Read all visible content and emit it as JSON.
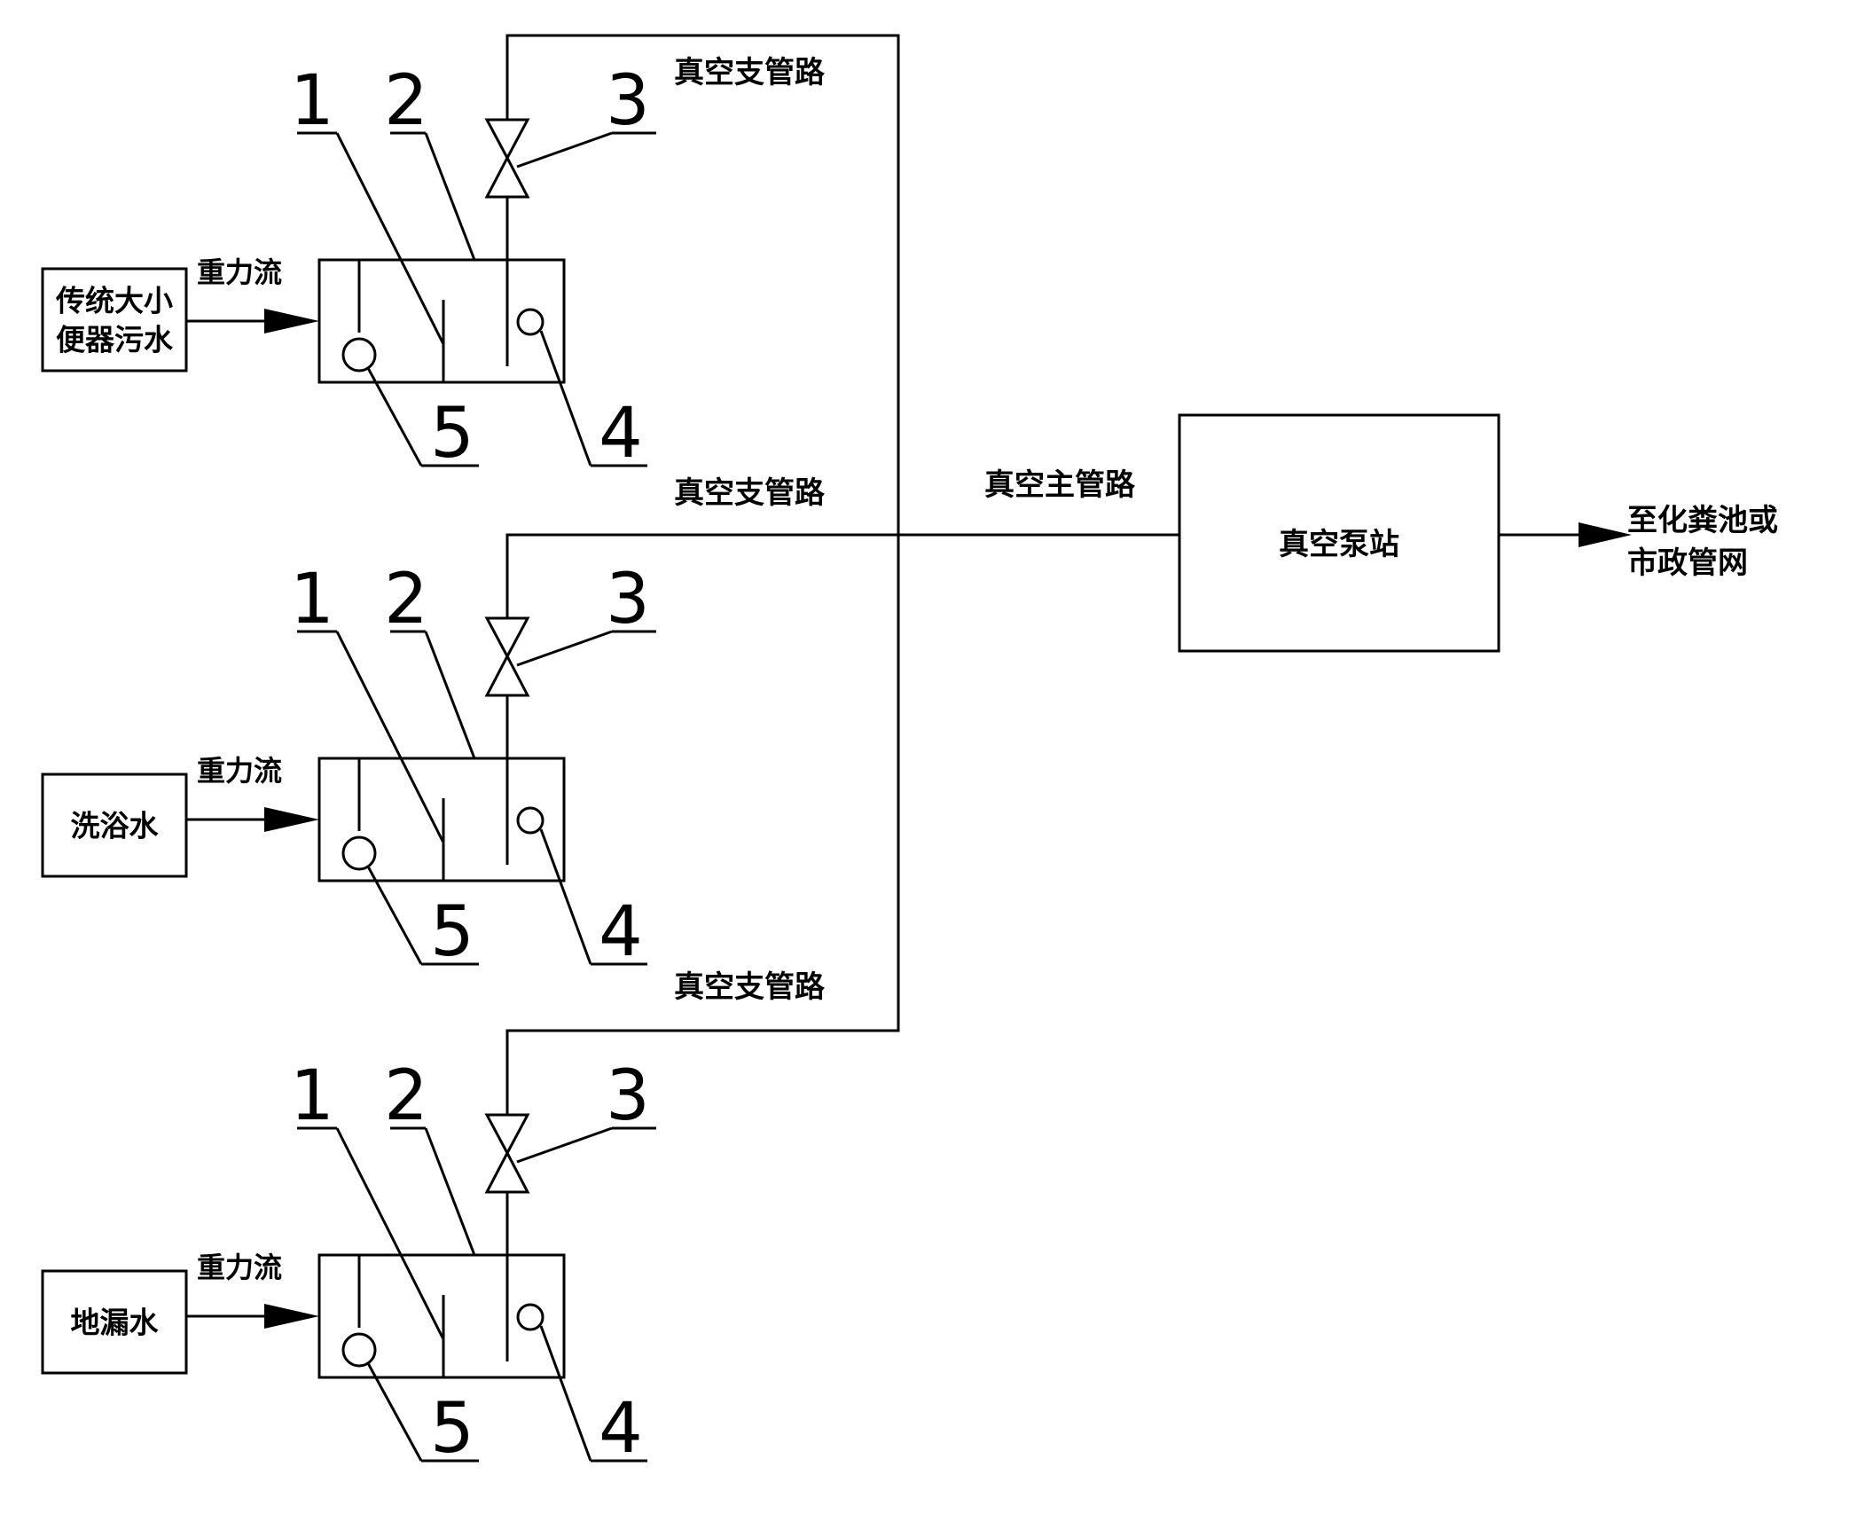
{
  "sources": [
    {
      "lines": [
        "传统大小",
        "便器污水"
      ]
    },
    {
      "lines": [
        "洗浴水"
      ]
    },
    {
      "lines": [
        "地漏水"
      ]
    }
  ],
  "gravity_flow_label": "重力流",
  "branch_pipe_label": "真空支管路",
  "main_pipe_label": "真空主管路",
  "pump_station_label": "真空泵站",
  "destination_lines": [
    "至化粪池或",
    "市政管网"
  ],
  "part_numbers": [
    "1",
    "2",
    "3",
    "4",
    "5"
  ]
}
